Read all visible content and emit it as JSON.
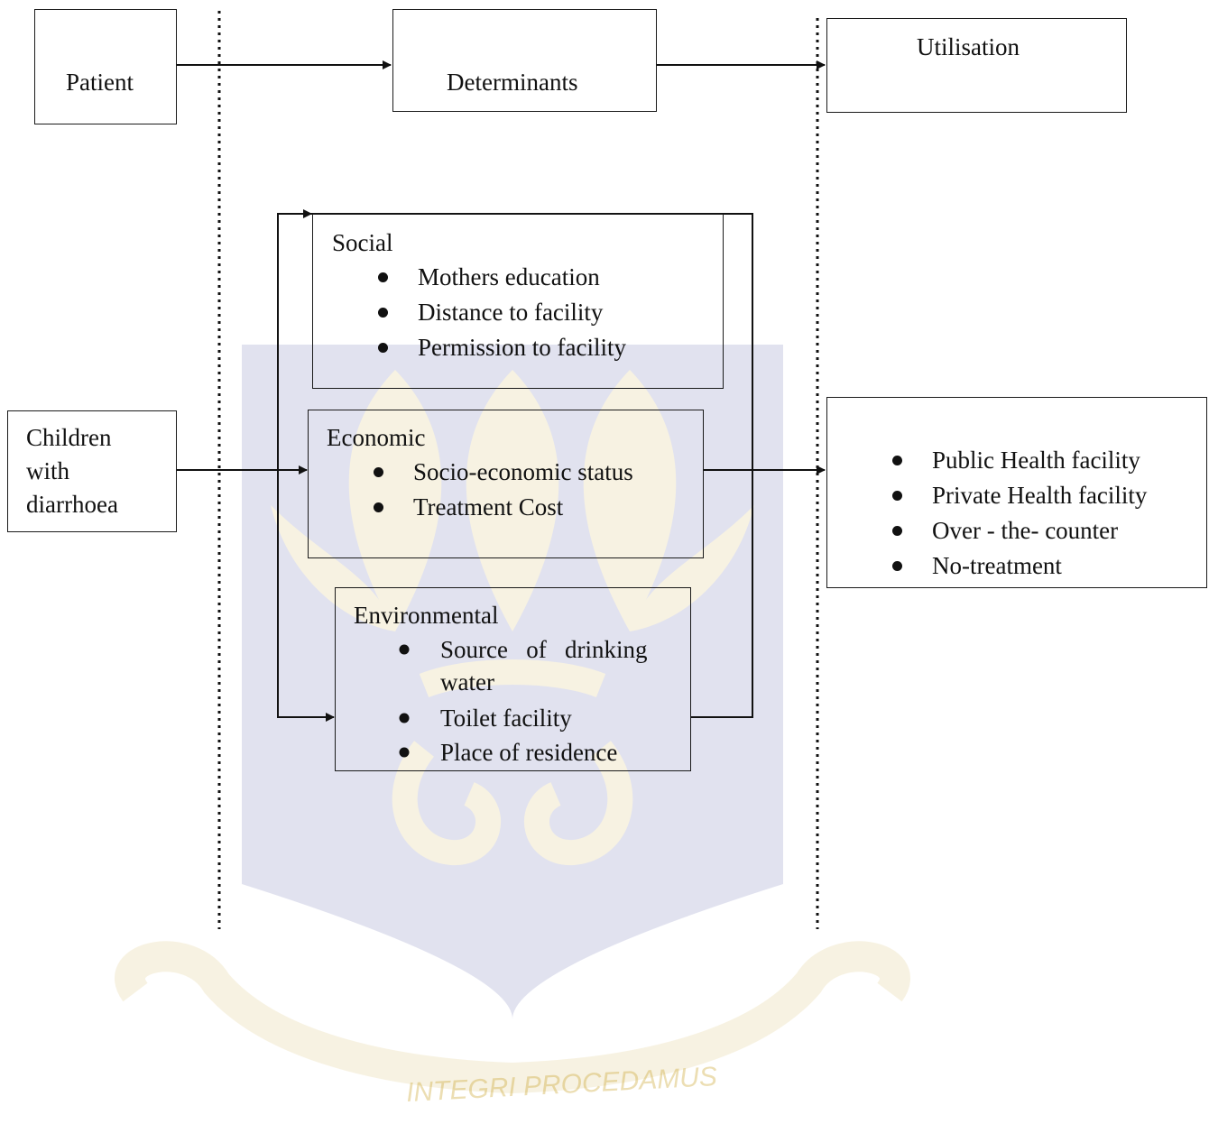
{
  "diagram": {
    "header": {
      "patient": "Patient",
      "determinants": "Determinants",
      "utilisation": "Utilisation"
    },
    "input": {
      "line1": "Children",
      "line2": "with",
      "line3": "diarrhoea"
    },
    "social": {
      "title": "Social",
      "items": [
        "Mothers education",
        "Distance to facility",
        "Permission to facility"
      ]
    },
    "economic": {
      "title": "Economic",
      "items": [
        "Socio-economic status",
        "Treatment Cost"
      ]
    },
    "environmental": {
      "title": "Environmental",
      "item1_line1": "Source   of   drinking",
      "item1_line2": "water",
      "item2": "Toilet facility",
      "item3": "Place of residence"
    },
    "outcomes": {
      "items": [
        "Public Health facility",
        "Private Health facility",
        "Over - the- counter",
        "No-treatment"
      ]
    }
  },
  "watermark": {
    "motto": "INTEGRI PROCEDAMUS",
    "shield_color": "#1f2a8c",
    "gold_color": "#c9a227"
  }
}
